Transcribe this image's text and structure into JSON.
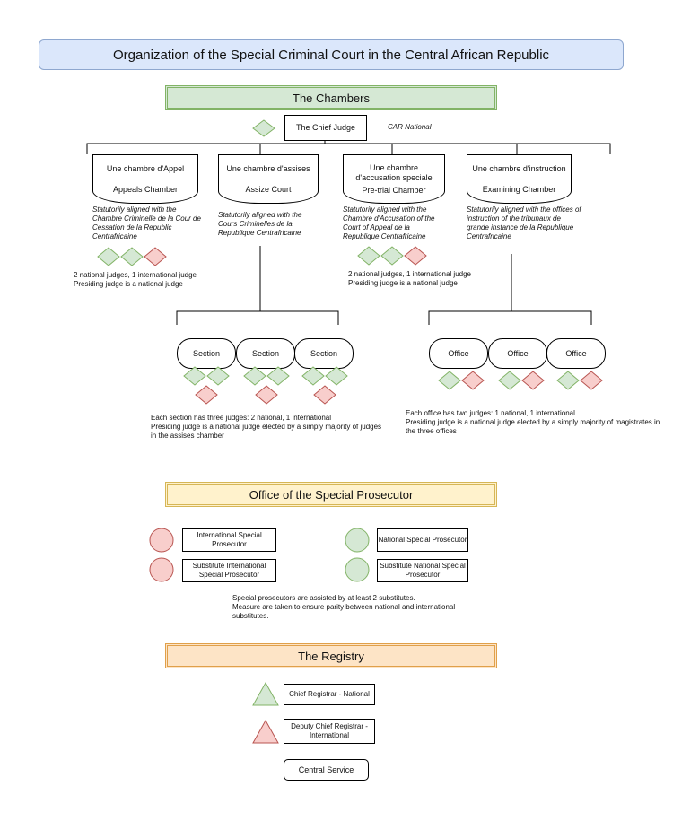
{
  "title": "Organization of the Special Criminal Court in the Central African Republic",
  "chambers": {
    "header": "The Chambers",
    "chief_judge": "The Chief Judge",
    "chief_judge_note": "CAR National",
    "appeal": {
      "fr": "Une chambre d'Appel",
      "en": "Appeals Chamber",
      "note": "Statutorily aligned with the Chambre Criminelle de la Cour de Cessation de la Republic Centrafricaine"
    },
    "assises": {
      "fr": "Une chambre d'assises",
      "en": "Assize Court",
      "note": "Statutorily aligned with the Cours Criminelles de la Republique Centrafricaine"
    },
    "accusation": {
      "fr": "Une chambre d'accusation speciale",
      "en": "Pre-trial Chamber",
      "note": "Statutorily aligned with the Chambre d'Accusation of the Court of Appeal de la Republique Centrafricaine"
    },
    "instruction": {
      "fr": "Une chambre d'instruction",
      "en": "Examining Chamber",
      "note": "Statutorily aligned with the offices of instruction of the tribunaux de grande instance de la Republique Centrafricaine"
    },
    "appeal_judges": "2 national judges, 1 international judge\nPresiding judge is a national judge",
    "accusation_judges": "2 national judges, 1 international judge\nPresiding judge is a national judge",
    "section_label": "Section",
    "office_label": "Office",
    "sections_note": "Each section has three judges: 2 national, 1 international\nPresiding judge is a national judge elected by a simply majority of judges in the assises chamber",
    "offices_note": "Each office has two judges: 1 national, 1 international\nPresiding judge is a national judge elected by a simply majority of magistrates in the three offices"
  },
  "prosecutor": {
    "header": "Office of the Special Prosecutor",
    "intl": "International Special Prosecutor",
    "intl_sub": "Substitute International Special Prosecutor",
    "nat": "National Special Prosecutor",
    "nat_sub": "Substitute National Special Prosecutor",
    "note": "Special prosecutors are assisted by at least 2 substitutes.\nMeasure are taken to ensure parity between national and international substitutes."
  },
  "registry": {
    "header": "The Registry",
    "chief": "Chief Registrar - National",
    "deputy": "Deputy Chief Registrar - International",
    "central": "Central Service"
  },
  "colors": {
    "national": "#d5e8d4",
    "national_stroke": "#82b366",
    "international": "#f8cecc",
    "international_stroke": "#b85450"
  }
}
